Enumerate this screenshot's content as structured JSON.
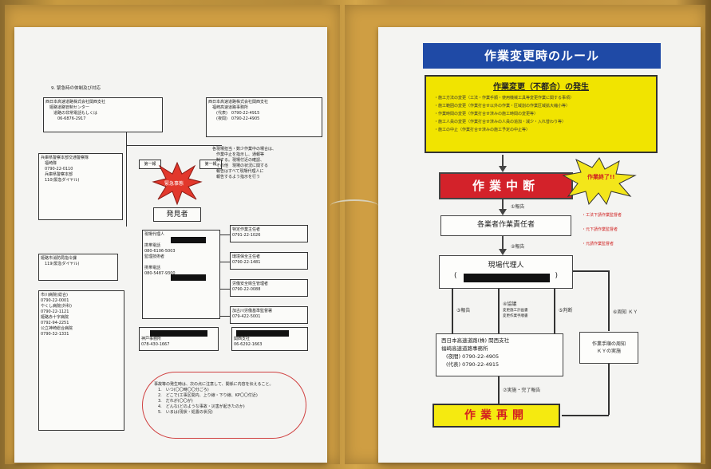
{
  "left_sheet": {
    "heading": "9. 緊急時の体制及び対応",
    "top_left_box": "西日本高速道路株式会社関西支社\n　姫路道路管制センター\n　　道路の非常電話もしくは\n　　　06-6876-2917",
    "top_right_box": "西日本高速道路株式会社関西支社\n　福崎高速道路事務所\n　　(代表)　0790-22-4915\n　　(夜間)　0790-22-4905",
    "label_first": "第一報",
    "label_first_b": "第一報",
    "explosion": "緊急事態",
    "finder": "発見者",
    "center_box": "現場代理人\n\n携帯電話\n080-6106-5003\n監理技術者\n\n携帯電話\n080-5487-9300",
    "police_box": "兵庫県警察本部交通警察隊\n　福崎隊\n　0790-22-0110\n　兵庫県警察本部\n　110(緊急ダイヤル)",
    "fire_box": "姫路市消防局指令課\n　119(緊急ダイヤル)",
    "hospital_box": "市川病院(総合)\n0790-22-0001\nやくし病院(外科)\n0790-22-1121\n姫路赤十字病院\n0792-94-2251\n公立神崎総合病院\n0790-32-1331",
    "note_right": "各現場担当・数少作業中の場合は、\n　作業中止を指示し、通報等\n　制する。現場付近の確認、\n　その他　現場の状況に関する\n　報告はすべて現場代理人に\n　報告するよう指示を行う",
    "right_boxes": [
      "特定作業主任者\n0791-22-1026",
      "環境保全主任者\n0790-22-1481",
      "労働安全衛生管理者\n0790-22-0088",
      "加古川労働基準監督署\n079-422-5001"
    ],
    "bottom_mid_box": "神戸事務所\n078-430-1667",
    "bottom_right_box": "関西支社\n06-6292-1663",
    "oval_text": "事故等の発生時は、次の点に注意して、関係に内容を伝えること。\n　1.　いつ(〇〇時〇〇分ごろ)\n　2.　どこで(工事区間内、上り線・下り線、KP〇〇付近)\n　3.　だれが(〇〇が)\n　4.　どんな(どのような事故・災害が起きたのか)\n　5.　いまは(現状・処置の状況)"
  },
  "right_sheet": {
    "title": "作業変更時のルール",
    "yellow_heading": "作業変更（不都合）の発生",
    "yellow_items": [
      "・施工方法の変更（工法・作業手順・使用機械工具等変更作業に関する事項）",
      "・施工範囲の変更（作業打合せ以外の作業・区域割の作業区域拡大縮小等）",
      "・作業時間の変更（作業打合せ済みの施工時間の変更等）",
      "・施工人員の変更（作業打合せ済みの人員の追加・減少・入れ替わり等）",
      "・施工の中止（作業打合せ済みの施工予定の中止等）"
    ],
    "stop_label": "作業中断",
    "burst_label": "作業終了!!",
    "step1": "①報告",
    "manager_box": "各業者作業責任者",
    "step2": "②報告",
    "site_agent": "現場代理人",
    "step3": "③報告",
    "step4": "④協議",
    "step4_sub": "変更施工計画書\n変更作業手順書",
    "step5": "⑤判断",
    "step6": "⑥周知 ＫＹ",
    "red_notes": [
      "・工法下請作業監督者",
      "・元下請作業監督者",
      "・元請作業監督者"
    ],
    "nexco_lines": [
      "西日本高速道路(株) 関西支社",
      "福崎高速道路事務所",
      "(夜間) 0790-22-4905",
      "(代表) 0790-22-4915"
    ],
    "ky_box": "作業手順の周知\nＫＹの実施",
    "step7": "⑦実施・完了報告",
    "resume_label": "作業再開"
  }
}
